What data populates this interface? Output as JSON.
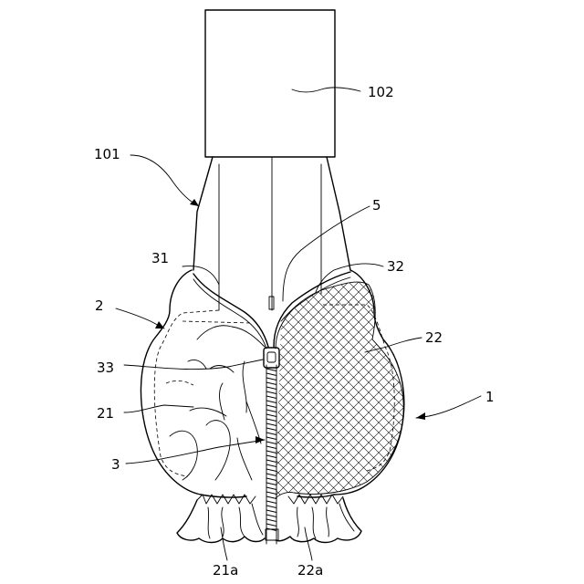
{
  "figure": {
    "labels": [
      {
        "id": "102",
        "text": "102"
      },
      {
        "id": "101",
        "text": "101"
      },
      {
        "id": "5",
        "text": "5"
      },
      {
        "id": "31",
        "text": "31"
      },
      {
        "id": "32",
        "text": "32"
      },
      {
        "id": "2",
        "text": "2"
      },
      {
        "id": "22",
        "text": "22"
      },
      {
        "id": "33",
        "text": "33"
      },
      {
        "id": "1",
        "text": "1"
      },
      {
        "id": "21",
        "text": "21"
      },
      {
        "id": "3",
        "text": "3"
      },
      {
        "id": "21a",
        "text": "21a"
      },
      {
        "id": "22a",
        "text": "22a"
      }
    ]
  }
}
